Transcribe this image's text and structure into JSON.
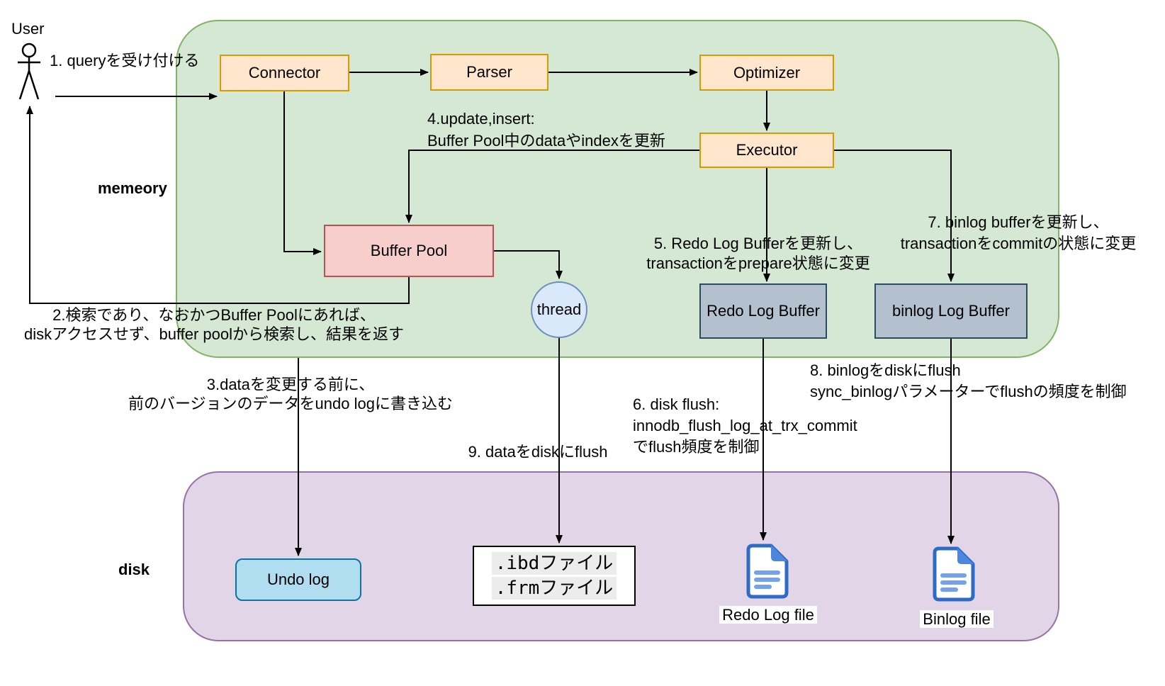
{
  "actor": {
    "label": "User"
  },
  "regions": {
    "memory": {
      "label": "memeory"
    },
    "disk": {
      "label": "disk"
    }
  },
  "nodes": {
    "connector": "Connector",
    "parser": "Parser",
    "optimizer": "Optimizer",
    "executor": "Executor",
    "buffer_pool": "Buffer Pool",
    "thread": "thread",
    "redo_log_buffer": "Redo Log Buffer",
    "binlog_log_buffer": "binlog Log Buffer",
    "undo_log": "Undo log",
    "table_files": {
      "line1": ".ibdファイル",
      "line2": ".frmファイル"
    },
    "redo_log_file": "Redo Log file",
    "binlog_file": "Binlog file"
  },
  "annotations": {
    "step1": "1. queryを受け付ける",
    "step2_line1": "2.検索であり、なおかつBuffer Poolにあれば、",
    "step2_line2": "diskアクセスせず、buffer poolから検索し、結果を返す",
    "step3_line1": "3.dataを変更する前に、",
    "step3_line2": "前のバージョンのデータをundo logに書き込む",
    "step4_line1": "4.update,insert:",
    "step4_line2": "Buffer Pool中のdataやindexを更新",
    "step5_line1": "5. Redo Log Bufferを更新し、",
    "step5_line2": "transactionをprepare状態に変更",
    "step6_line1": "6. disk flush:",
    "step6_line2": "innodb_flush_log_at_trx_commit",
    "step6_line3": "でflush頻度を制御",
    "step7_line1": "7. binlog bufferを更新し、",
    "step7_line2": "transactionをcommitの状態に変更",
    "step8_line1": "8. binlogをdiskにflush",
    "step8_line2": "sync_binlogパラメーターでflushの頻度を制御",
    "step9": "9. dataをdiskにflush"
  },
  "colors": {
    "memory_region_fill": "#d5e8d4",
    "memory_region_border": "#82b366",
    "disk_region_fill": "#e1d5e7",
    "disk_region_border": "#9673a6",
    "process_fill": "#ffe6cc",
    "process_border": "#d79b00",
    "buffer_pool_fill": "#f8cecc",
    "buffer_pool_border": "#b85450",
    "thread_fill": "#dae8fc",
    "thread_border": "#6c8ebf",
    "log_buffer_fill": "#b3c0cd",
    "log_buffer_border": "#2d4a62",
    "undo_log_fill": "#b1ddf0",
    "undo_log_border": "#10739e",
    "file_icon_blue": "#2e6bc6",
    "arrow_color": "#000000"
  }
}
